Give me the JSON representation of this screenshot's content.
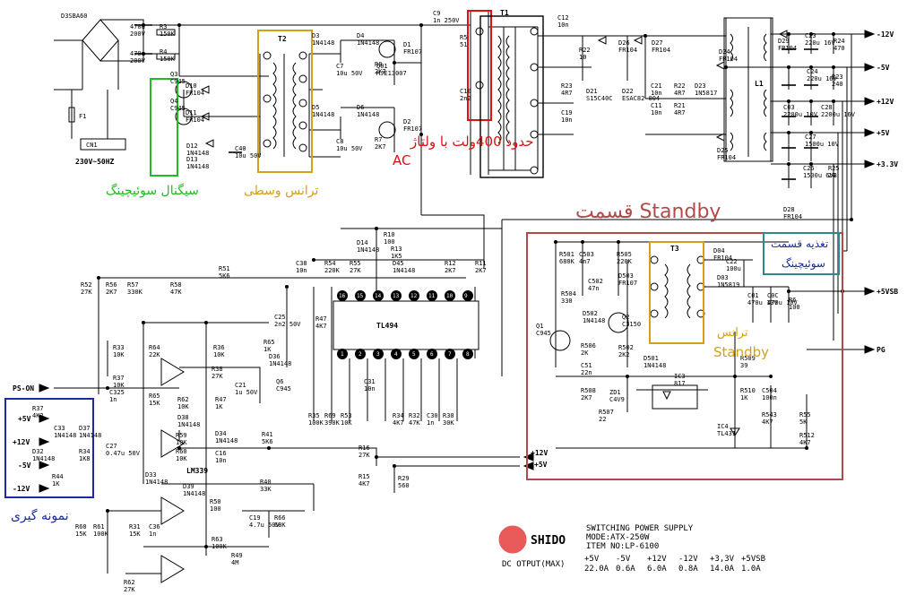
{
  "labels": {
    "mid_trans": "ترانس وسطی",
    "sw_signal": "سیگنال سوئیچینگ",
    "volt_ac": "حدود 400ولت با ولتاژ",
    "ac": "AC",
    "standby_section": "قسمت Standby",
    "standby_feed": "تغذیه قسمت\nسوئیچینگ",
    "standby_trans": "ترانس\nStandby",
    "sampling": "نمونه گیری"
  },
  "outputs": [
    "-12V",
    "-5V",
    "+12V",
    "+5V",
    "+3.3V",
    "+5VSB",
    "PG"
  ],
  "inputs": {
    "ps_on": "PS-ON",
    "sense": [
      "+5V",
      "+12V",
      "-5V",
      "-12V"
    ]
  },
  "ics": {
    "tl494": "TL494",
    "lm339": "LM339"
  },
  "transformers": {
    "t1": "T1",
    "t2": "T2",
    "t3": "T3",
    "l1": "L1"
  },
  "ac_input": "230V~50HZ",
  "fuse": "F1",
  "cn": "CN1",
  "bridge": "D3SBA60",
  "bus_labels": [
    "+12V",
    "+5V"
  ],
  "brand": "SHIDO",
  "brand_color": "#e85a5a",
  "info": {
    "line1": "SWITCHING POWER SUPPLY",
    "line2": "MODE:ATX-250W",
    "line3": "ITEM NO:LP-6100",
    "dc_output": "DC OTPUT(MAX)",
    "rails": [
      "+5V",
      "-5V",
      "+12V",
      "-12V",
      "+3,3V",
      "+5VSB"
    ],
    "currents": [
      "22.0A",
      "0.6A",
      "6.0A",
      "0.8A",
      "14.0A",
      "1.0A"
    ]
  },
  "colors": {
    "mid_trans": "#d4a017",
    "sw_signal": "#22bb22",
    "t1_box": "#dd1111",
    "standby": "#b34a4a",
    "feed": "#2b8a8a",
    "sampling": "#1a2aa0"
  },
  "components": [
    {
      "l": "470u",
      "s": "200V"
    },
    {
      "l": "470u",
      "s": "200V"
    },
    {
      "l": "R3",
      "s": "150K"
    },
    {
      "l": "R4",
      "s": "150K"
    },
    {
      "l": "Q3",
      "s": "C945"
    },
    {
      "l": "Q4",
      "s": "C945"
    },
    {
      "l": "D10",
      "s": "FR104"
    },
    {
      "l": "D11",
      "s": "FR104"
    },
    {
      "l": "D12",
      "s": "1N4148"
    },
    {
      "l": "D13",
      "s": "1N4148"
    },
    {
      "l": "C40",
      "s": "10u 50V"
    },
    {
      "l": "D3",
      "s": "1N4148"
    },
    {
      "l": "D4",
      "s": "1N4148"
    },
    {
      "l": "D5",
      "s": "1N4148"
    },
    {
      "l": "D6",
      "s": "1N4148"
    },
    {
      "l": "C7",
      "s": "10u 50V"
    },
    {
      "l": "C8",
      "s": "10u 50V"
    },
    {
      "l": "R8",
      "s": "2K7"
    },
    {
      "l": "R7",
      "s": "2K7"
    },
    {
      "l": "D1",
      "s": "FR107"
    },
    {
      "l": "D2",
      "s": "FR107"
    },
    {
      "l": "Q01",
      "s": "MJE13007"
    },
    {
      "l": "C9",
      "s": "1n 250V"
    },
    {
      "l": "R5",
      "s": "51"
    },
    {
      "l": "C10",
      "s": "2n2"
    },
    {
      "l": "C12",
      "s": "10n"
    },
    {
      "l": "R22",
      "s": "10"
    },
    {
      "l": "D26",
      "s": "FR104"
    },
    {
      "l": "D27",
      "s": "FR104"
    },
    {
      "l": "R23",
      "s": "4R7"
    },
    {
      "l": "C19",
      "s": "10n"
    },
    {
      "l": "D21",
      "s": "S15C40C"
    },
    {
      "l": "D22",
      "s": "ESAC82-004"
    },
    {
      "l": "C21",
      "s": "10n"
    },
    {
      "l": "R22",
      "s": "4R7"
    },
    {
      "l": "C11",
      "s": "10n"
    },
    {
      "l": "R21",
      "s": "4R7"
    },
    {
      "l": "D23",
      "s": "1N5817"
    },
    {
      "l": "D24",
      "s": "FR104"
    },
    {
      "l": "D25",
      "s": "FR104"
    },
    {
      "l": "D29",
      "s": "FR104"
    },
    {
      "l": "C23",
      "s": "220u 16V"
    },
    {
      "l": "R24",
      "s": "470"
    },
    {
      "l": "C24",
      "s": "220u 16V"
    },
    {
      "l": "R23",
      "s": "240"
    },
    {
      "l": "C03",
      "s": "2200u 10V"
    },
    {
      "l": "C28",
      "s": "2200u 16V"
    },
    {
      "l": "C27",
      "s": "1500u 10V"
    },
    {
      "l": "C26",
      "s": "1500u 6V3"
    },
    {
      "l": "R25",
      "s": "24"
    },
    {
      "l": "D28",
      "s": "FR104"
    },
    {
      "l": "R501",
      "s": "680K"
    },
    {
      "l": "C503",
      "s": "4n7"
    },
    {
      "l": "R505",
      "s": "220K"
    },
    {
      "l": "D503",
      "s": "FR107"
    },
    {
      "l": "C502",
      "s": "47n"
    },
    {
      "l": "R504",
      "s": "330"
    },
    {
      "l": "D502",
      "s": "1N4148"
    },
    {
      "l": "Q1",
      "s": "C945"
    },
    {
      "l": "Q2",
      "s": "C3150"
    },
    {
      "l": "R506",
      "s": "2K"
    },
    {
      "l": "R502",
      "s": "2K2"
    },
    {
      "l": "C51",
      "s": "22n"
    },
    {
      "l": "D501",
      "s": "1N4148"
    },
    {
      "l": "R508",
      "s": "2K7"
    },
    {
      "l": "ZD1",
      "s": "C4V9"
    },
    {
      "l": "R507",
      "s": "22"
    },
    {
      "l": "IC3",
      "s": "817"
    },
    {
      "l": "D04",
      "s": "FR104"
    },
    {
      "l": "C22",
      "s": "100u"
    },
    {
      "l": "D03",
      "s": "1N5819"
    },
    {
      "l": "C01",
      "s": "470u 10V"
    },
    {
      "l": "C0C",
      "s": "470u 10V"
    },
    {
      "l": "R6",
      "s": "100"
    },
    {
      "l": "R509",
      "s": "39"
    },
    {
      "l": "R510",
      "s": "1K"
    },
    {
      "l": "C504",
      "s": "100n"
    },
    {
      "l": "R543",
      "s": "4K7"
    },
    {
      "l": "R55",
      "s": "5K"
    },
    {
      "l": "R512",
      "s": "4K7"
    },
    {
      "l": "IC4",
      "s": "TL431"
    },
    {
      "l": "R10",
      "s": "100"
    },
    {
      "l": "D14",
      "s": "1N4148"
    },
    {
      "l": "R13",
      "s": "1K5"
    },
    {
      "l": "C38",
      "s": "10n"
    },
    {
      "l": "R54",
      "s": "220K"
    },
    {
      "l": "R55",
      "s": "27K"
    },
    {
      "l": "D45",
      "s": "1N4148"
    },
    {
      "l": "R12",
      "s": "2K7"
    },
    {
      "l": "R11",
      "s": "2K7"
    },
    {
      "l": "R51",
      "s": "5K6"
    },
    {
      "l": "R52",
      "s": "27K"
    },
    {
      "l": "R56",
      "s": "2K7"
    },
    {
      "l": "R57",
      "s": "330K"
    },
    {
      "l": "R58",
      "s": "47K"
    },
    {
      "l": "R47",
      "s": "4K7"
    },
    {
      "l": "C25",
      "s": "2n2 50V"
    },
    {
      "l": "R65",
      "s": "1K"
    },
    {
      "l": "D36",
      "s": "1N4148"
    },
    {
      "l": "R33",
      "s": "10K"
    },
    {
      "l": "R64",
      "s": "22K"
    },
    {
      "l": "R36",
      "s": "10K"
    },
    {
      "l": "R38",
      "s": "27K"
    },
    {
      "l": "R37",
      "s": "10K"
    },
    {
      "l": "C21",
      "s": "1u 50V"
    },
    {
      "l": "Q6",
      "s": "C945"
    },
    {
      "l": "C325",
      "s": "1n"
    },
    {
      "l": "R65",
      "s": "15K"
    },
    {
      "l": "R62",
      "s": "10K"
    },
    {
      "l": "R47",
      "s": "1K"
    },
    {
      "l": "D38",
      "s": "1N4148"
    },
    {
      "l": "R59",
      "s": "10K"
    },
    {
      "l": "R60",
      "s": "10K"
    },
    {
      "l": "D34",
      "s": "1N4148"
    },
    {
      "l": "R41",
      "s": "5K6"
    },
    {
      "l": "C16",
      "s": "10n"
    },
    {
      "l": "R35",
      "s": "100K"
    },
    {
      "l": "R69",
      "s": "390K"
    },
    {
      "l": "R53",
      "s": "10K"
    },
    {
      "l": "C31",
      "s": "10n"
    },
    {
      "l": "R34",
      "s": "4K7"
    },
    {
      "l": "R32",
      "s": "47K"
    },
    {
      "l": "C30",
      "s": "1n"
    },
    {
      "l": "R30",
      "s": "30K"
    },
    {
      "l": "R37",
      "s": "4K2"
    },
    {
      "l": "C33",
      "s": "1N4148"
    },
    {
      "l": "D37",
      "s": "1N4148"
    },
    {
      "l": "D32",
      "s": "1N4148"
    },
    {
      "l": "R34",
      "s": "1K8"
    },
    {
      "l": "R44",
      "s": "1K"
    },
    {
      "l": "C27",
      "s": "0.47u 50V"
    },
    {
      "l": "D33",
      "s": "1N4148"
    },
    {
      "l": "D39",
      "s": "1N4148"
    },
    {
      "l": "R16",
      "s": "27K"
    },
    {
      "l": "R15",
      "s": "4K7"
    },
    {
      "l": "R29",
      "s": "560"
    },
    {
      "l": "R50",
      "s": "100"
    },
    {
      "l": "R40",
      "s": "33K"
    },
    {
      "l": "C19",
      "s": "4.7u 50V"
    },
    {
      "l": "R66",
      "s": "68K"
    },
    {
      "l": "R60",
      "s": "15K"
    },
    {
      "l": "R61",
      "s": "100K"
    },
    {
      "l": "R31",
      "s": "15K"
    },
    {
      "l": "C36",
      "s": "1n"
    },
    {
      "l": "R63",
      "s": "100K"
    },
    {
      "l": "R49",
      "s": "4M"
    },
    {
      "l": "R62",
      "s": "27K"
    }
  ]
}
